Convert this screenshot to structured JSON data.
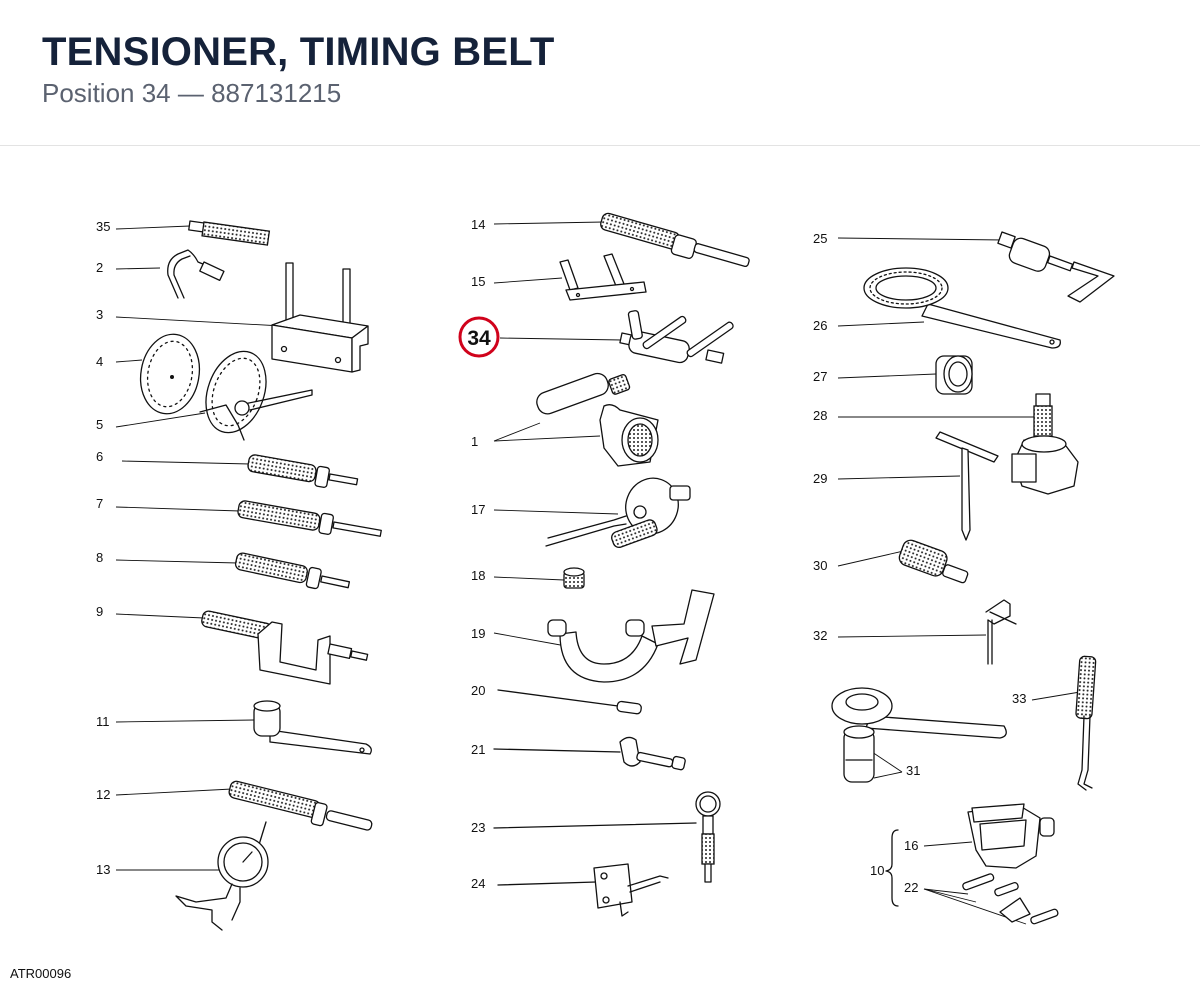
{
  "header": {
    "title": "TENSIONER, TIMING BELT",
    "subtitle": "Position 34 — 887131215"
  },
  "highlight": {
    "label": "34",
    "color": "#d0021b"
  },
  "callouts": {
    "c35": "35",
    "c2": "2",
    "c3": "3",
    "c4": "4",
    "c5": "5",
    "c6": "6",
    "c7": "7",
    "c8": "8",
    "c9": "9",
    "c11": "11",
    "c12": "12",
    "c13": "13",
    "c14": "14",
    "c15": "15",
    "c1": "1",
    "c17": "17",
    "c18": "18",
    "c19": "19",
    "c20": "20",
    "c21": "21",
    "c23": "23",
    "c24": "24",
    "c25": "25",
    "c26": "26",
    "c27": "27",
    "c28": "28",
    "c29": "29",
    "c30": "30",
    "c32": "32",
    "c33": "33",
    "c31": "31",
    "c16": "16",
    "c10": "10",
    "c22": "22"
  },
  "footer": {
    "doc_id": "ATR00096"
  }
}
